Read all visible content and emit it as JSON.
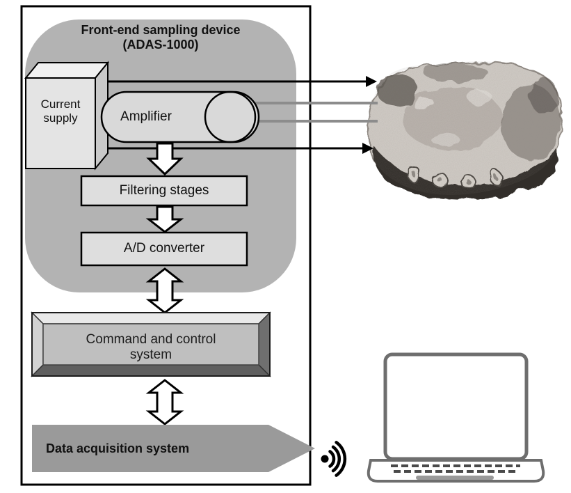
{
  "device": {
    "title_line1": "Front-end sampling device",
    "title_line2": "(ADAS-1000)",
    "current_supply": "Current supply",
    "amplifier": "Amplifier",
    "filtering_stages": "Filtering stages",
    "ad_converter": "A/D converter"
  },
  "command_control": "Command and control system",
  "data_acquisition": "Data acquisition system",
  "icons": {
    "meat": "meat-sample-image",
    "laptop": "laptop-icon",
    "wifi": "wifi-signal-icon",
    "signal_out": "black-arrow-to-sample",
    "signal_return": "gray-arrows-from-sample"
  },
  "colors": {
    "blob": "#b3b3b3",
    "box_fill": "#dedede",
    "pill_fill": "#d9d9d9",
    "block_arrow_fill": "#ffffff",
    "data_arrow_fill": "#9a9a9a",
    "command_face": "#bfbfbf",
    "outline": "#000000"
  }
}
